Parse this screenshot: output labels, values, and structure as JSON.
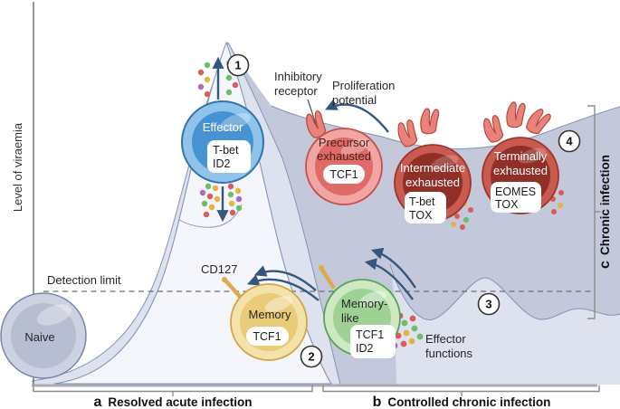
{
  "figure": {
    "y_axis_label": "Level of viraemia",
    "detection_limit_label": "Detection limit",
    "annotations": {
      "inhibitory_receptor": [
        "Inhibitory",
        "receptor"
      ],
      "proliferation_potential": [
        "Proliferation",
        "potential"
      ],
      "cd127": "CD127",
      "effector_functions": [
        "Effector",
        "functions"
      ]
    },
    "steps": [
      "1",
      "2",
      "3",
      "4"
    ],
    "captions": {
      "a_prefix": "a",
      "a_label": "Resolved acute infection",
      "b_prefix": "b",
      "b_label": "Controlled chronic infection",
      "c_prefix": "c",
      "c_label": "Chronic infection"
    },
    "cells": {
      "naive": {
        "name": "Naive"
      },
      "effector": {
        "name": "Effector",
        "tf1": "T-bet",
        "tf2": "ID2"
      },
      "memory": {
        "name": "Memory",
        "tf1": "TCF1"
      },
      "memory_like": {
        "name1": "Memory-",
        "name2": "like",
        "tf1": "TCF1",
        "tf2": "ID2"
      },
      "precursor": {
        "name1": "Precursor",
        "name2": "exhausted",
        "tf1": "TCF1"
      },
      "intermediate": {
        "name1": "Intermediate",
        "name2": "exhausted",
        "tf1": "T-bet",
        "tf2": "TOX"
      },
      "terminal": {
        "name1": "Terminally",
        "name2": "exhausted",
        "tf1": "EOMES",
        "tf2": "TOX"
      }
    },
    "colors": {
      "arrow_navy": "#35567f",
      "region_dark": "#c3c9da",
      "region_light": "#dde2ee",
      "acute_fill": "#f4f6fb",
      "curve_stroke": "#8494b8",
      "dot_red": "#dd5a56",
      "dot_green": "#6cbd6a",
      "dot_yellow": "#e4b43e",
      "dot_purple": "#ab68c4",
      "receptor_fill": "#e8827b",
      "receptor_stroke": "#b5483f"
    }
  }
}
